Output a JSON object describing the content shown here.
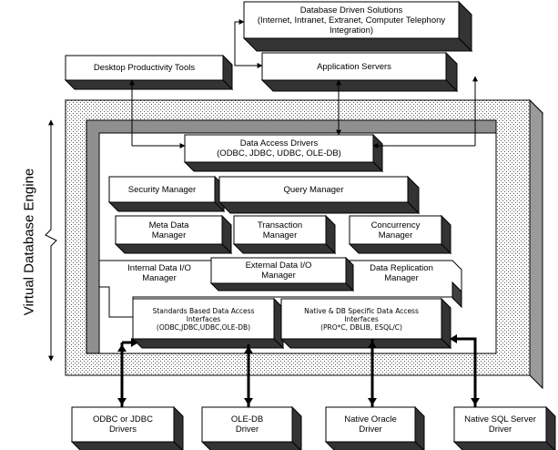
{
  "side_label": "Virtual Database Engine",
  "boxes": {
    "database_driven": "Database Driven Solutions\n(Internet, Intranet, Extranet, Computer Telephony\nIntegration)",
    "desktop_tools": "Desktop Productivity Tools",
    "app_servers": "Application Servers",
    "data_access_drivers": "Data Access Drivers\n(ODBC, JDBC, UDBC, OLE-DB)",
    "security_manager": "Security Manager",
    "query_manager": "Query Manager",
    "meta_data_manager": "Meta Data\nManager",
    "transaction_manager": "Transaction\nManager",
    "concurrency_manager": "Concurrency\nManager",
    "internal_io_manager": "Internal Data I/O\nManager",
    "external_io_manager": "External Data I/O\nManager",
    "replication_manager": "Data Replication\nManager",
    "standards_interfaces": "Standards Based Data Access\nInterfaces\n(ODBC,JDBC,UDBC,OLE-DB)",
    "native_interfaces": "Native & DB Specific Data Access\nInterfaces\n(PRO*C, DBLIB, ESQL/C)",
    "odbc_jdbc_drivers": "ODBC or JDBC\nDrivers",
    "oledb_driver": "OLE-DB\nDriver",
    "native_oracle_driver": "Native Oracle\nDriver",
    "native_sqlserver_driver": "Native SQL Server\nDriver"
  }
}
